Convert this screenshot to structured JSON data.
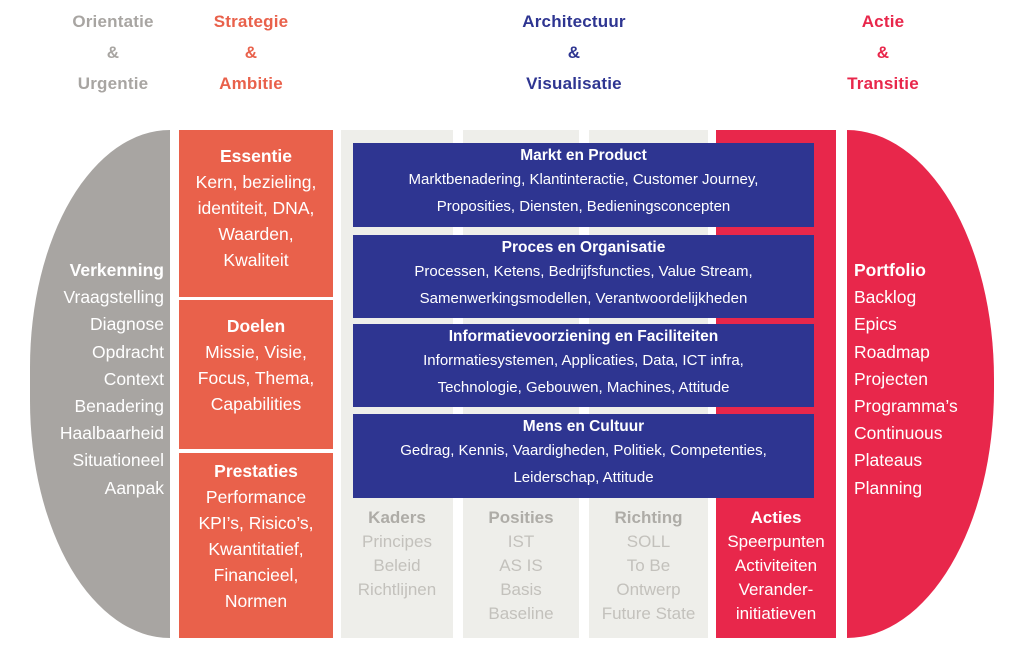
{
  "colors": {
    "gray": "#a8a5a2",
    "orange": "#e9614b",
    "blue": "#2e3591",
    "red": "#e8274b",
    "light": "#eeeeea",
    "light_text": "#c3c1bc"
  },
  "headers": {
    "orientatie": [
      "Orientatie",
      "&",
      "Urgentie"
    ],
    "strategie": [
      "Strategie",
      "&",
      "Ambitie"
    ],
    "architectuur": [
      "Architectuur",
      "&",
      "Visualisatie"
    ],
    "actie": [
      "Actie",
      "&",
      "Transitie"
    ]
  },
  "left": {
    "title": "Verkenning",
    "items": [
      "Vraagstelling",
      "Diagnose",
      "Opdracht",
      "Context",
      "Benadering",
      "Haalbaarheid",
      "Situationeel",
      "Aanpak"
    ]
  },
  "strategy": [
    {
      "title": "Essentie",
      "lines": [
        "Kern, bezieling,",
        "identiteit, DNA,",
        "Waarden,",
        "Kwaliteit"
      ]
    },
    {
      "title": "Doelen",
      "lines": [
        "Missie, Visie,",
        "Focus, Thema,",
        "Capabilities"
      ]
    },
    {
      "title": "Prestaties",
      "lines": [
        "Performance",
        "KPI’s, Risico’s,",
        "Kwantitatief,",
        "Financieel,",
        "Normen"
      ]
    }
  ],
  "bands": [
    {
      "title": "Markt en Product",
      "lines": [
        "Marktbenadering, Klantinteractie, Customer Journey,",
        "Proposities, Diensten, Bedieningsconcepten"
      ]
    },
    {
      "title": "Proces en Organisatie",
      "lines": [
        "Processen, Ketens, Bedrijfsfuncties, Value Stream,",
        "Samenwerkingsmodellen, Verantwoordelijkheden"
      ]
    },
    {
      "title": "Informatievoorziening en Faciliteiten",
      "lines": [
        "Informatiesystemen, Applicaties, Data, ICT infra,",
        "Technologie, Gebouwen, Machines, Attitude"
      ]
    },
    {
      "title": "Mens en Cultuur",
      "lines": [
        "Gedrag, Kennis, Vaardigheden, Politiek, Competenties,",
        "Leiderschap, Attitude"
      ]
    }
  ],
  "bottom_columns": [
    {
      "title": "Kaders",
      "items": [
        "Principes",
        "Beleid",
        "Richtlijnen"
      ]
    },
    {
      "title": "Posities",
      "items": [
        "IST",
        "AS IS",
        "Basis",
        "Baseline"
      ]
    },
    {
      "title": "Richting",
      "items": [
        "SOLL",
        "To Be",
        "Ontwerp",
        "Future State"
      ]
    },
    {
      "title": "Acties",
      "items": [
        "Speerpunten",
        "Activiteiten",
        "Verander-",
        "initiatieven"
      ]
    }
  ],
  "right": {
    "title": "Portfolio",
    "items": [
      "Backlog",
      "Epics",
      "Roadmap",
      "Projecten",
      "Programma’s",
      "Continuous",
      "Plateaus",
      "Planning"
    ]
  }
}
